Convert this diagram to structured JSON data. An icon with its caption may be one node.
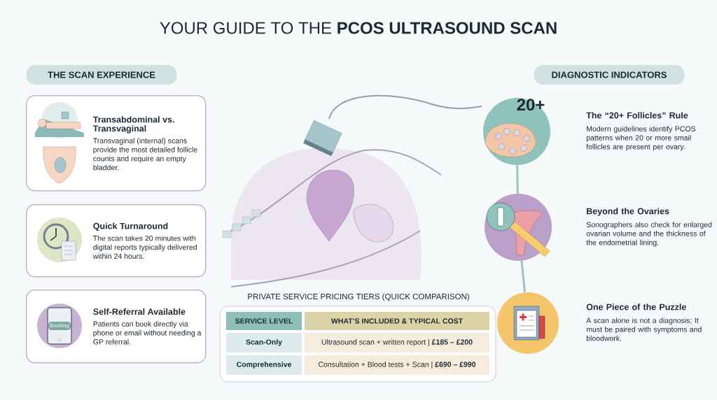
{
  "diagram": {
    "title": "YOUR GUIDE TO THE **PCOS ULTRASOUND SCAN**",
    "nodes": [
      {
        "text": [
          "THE SCAN EXPERIENCE"
        ]
      },
      {
        "text": [
          "Transabdominal vs. Transvaginal",
          "Transvaginal (internal) scans provide the most detailed follicle counts and require an empty bladder."
        ]
      },
      {
        "text": [
          "Quick Turnaround",
          "The scan takes 20 minutes with digital reports typically delivered within 24 hours."
        ]
      },
      {
        "text": [
          "Self-Referral Available",
          "Patients can book directly via phone or email without needing a GP referral."
        ]
      },
      {
        "text": [
          "DIAGNOSTIC INDICATORS"
        ]
      },
      {
        "text": [
          "20+"
        ],
        "beside": [
          "The “20+ Follicles” Rule",
          "Modern guidelines identify PCOS patterns when 20 or more smail follicles are present per ovary."
        ]
      },
      {
        "text": [],
        "shape": "circle",
        "beside": [
          "Beyond the Ovaries",
          "Sonographers also check for enlarged ovarian volume and the thickness of the endometrial lining."
        ]
      },
      {
        "text": [],
        "shape": "circle",
        "beside": [
          "One Piece of the Puzzle",
          "A scan alone is not a diagnosis; It must be paired with symptoms and bloodwork."
        ]
      }
    ],
    "edges": [
      {
        "from": 5,
        "to": 6,
        "arrow": "none"
      },
      {
        "from": 6,
        "to": 7,
        "arrow": "none"
      }
    ],
    "labels": [
      "Booking",
      "PRIVATE SERVICE PRICING TIERS (QUICK COMPARISON)",
      "SERVICE LEVEL",
      "WHAT’S INCLUDED & TYPICAL COST",
      "Scan-Only",
      "Ultrasound scan + written report | **£185 – £200**",
      "Comprehensive",
      "Consultation + Blood tests + Scan | **£690 – £990**"
    ]
  }
}
